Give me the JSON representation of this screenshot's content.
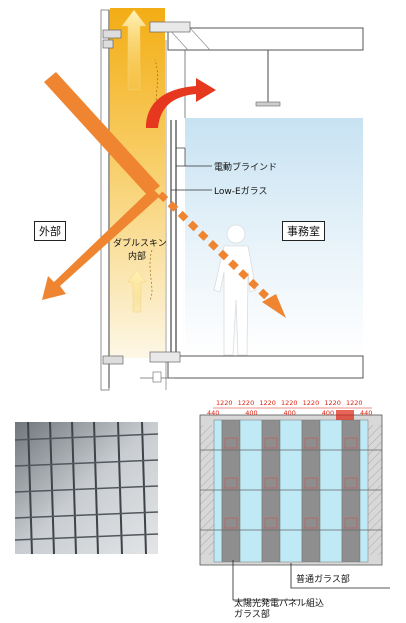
{
  "section_labels": {
    "exterior": "外部",
    "office": "事務室",
    "double_skin": "ダブルスキン",
    "double_skin_inner": "内部"
  },
  "callouts": {
    "blind": "電動ブラインド",
    "low_e": "Low-Eガラス"
  },
  "elevation": {
    "dims_top": [
      "1220",
      "1220",
      "1220",
      "1220",
      "1220",
      "1220",
      "1220"
    ],
    "dims_bottom": [
      "440",
      "400",
      "400",
      "400",
      "440"
    ],
    "label_normal_glass": "普通ガラス部",
    "label_solar_glass_line1": "太陽光発電パネル組込",
    "label_solar_glass_line2": "ガラス部"
  },
  "colors": {
    "sun_arrow": "#ef8530",
    "heat_arrow": "#e6381e",
    "cavity_top": "#f4b21a",
    "cavity_bottom": "#fdf6e2",
    "office_glass": "#cfe6f3",
    "pv_panel": "#8e8e8e",
    "normal_glass": "#bfe9f4",
    "dim_red": "#dd2211"
  }
}
